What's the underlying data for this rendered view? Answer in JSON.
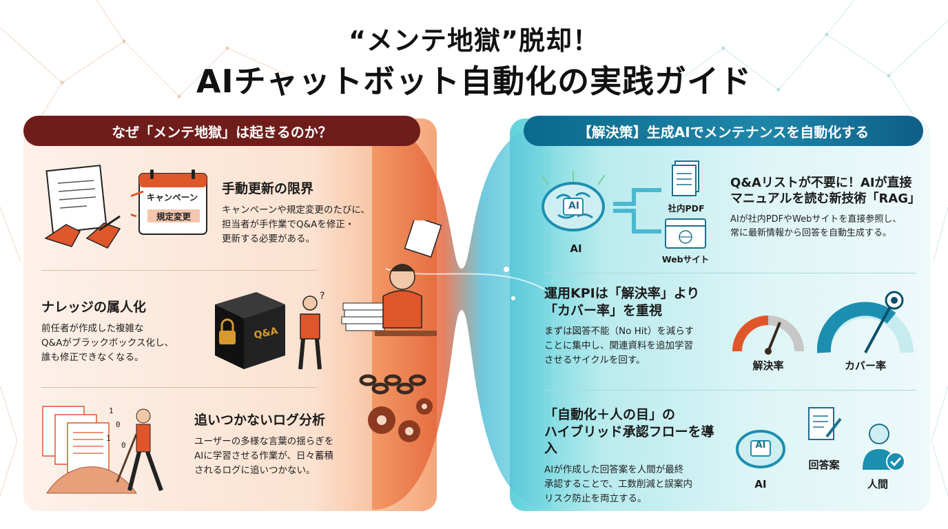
{
  "title": {
    "line1": "“メンテ地獄”脱却！",
    "line2": "AIチャットボット自動化の実践ガイド"
  },
  "left": {
    "header": "なぜ「メンテ地獄」は起きるのか？",
    "sections": [
      {
        "title": "手動更新の限界",
        "body": "キャンペーンや規定変更のたびに、\n担当者が手作業でQ&Aを修正・\n更新する必要がある。",
        "calendar_top": "キャンペーン",
        "calendar_bottom": "規定変更"
      },
      {
        "title": "ナレッジの属人化",
        "body": "前任者が作成した複雑な\nQ&Aがブラックボックス化し、\n誰も修正できなくなる。",
        "box_label": "Q&A"
      },
      {
        "title": "追いつかないログ分析",
        "body": "ユーザーの多様な言葉の揺らぎを\nAIに学習させる作業が、日々蓄積\nされるログに追いつかない。"
      }
    ]
  },
  "right": {
    "header": "【解決策】生成AIでメンテナンスを自動化する",
    "sections": [
      {
        "title": "Q&Aリストが不要に！AIが直接\nマニュアルを読む新技術「RAG」",
        "body": "AIが社内PDFやWebサイトを直接参照し、\n常に最新情報から回答を自動生成する。",
        "ai_label": "AI",
        "brain_label": "AI",
        "pdf_label": "社内PDF",
        "web_label": "Webサイト"
      },
      {
        "title": "運用KPIは「解決率」より\n「カバー率」を重視",
        "body": "まずは図答不能（No Hit）を減らす\nことに集中し、関連資料を追加学習\nさせるサイクルを回す。",
        "gauge1_label": "解決率",
        "gauge2_label": "カバー率"
      },
      {
        "title": "「自動化＋人の目」の\nハイブリッド承認フローを導入",
        "body": "AIが作成した回答案を人間が最終\n承認することで、工数削減と誤案内\nリスク防止を両立する。",
        "ai_label": "AI",
        "brain_label": "AI",
        "draft_label": "回答案",
        "human_label": "人間"
      }
    ]
  },
  "colors": {
    "left_header": "#6f1d1b",
    "right_header": "#0b6a8d",
    "accent_orange": "#e0562b",
    "accent_teal": "#1c8fb0"
  },
  "icons": [
    "document-icon",
    "calendar-icon",
    "black-box-icon",
    "lock-icon",
    "worker-icon",
    "data-pile-icon",
    "brain-icon",
    "pdf-icon",
    "web-icon",
    "gauge-icon",
    "target-icon",
    "draft-icon",
    "person-check-icon",
    "chain-icon",
    "gear-icon"
  ]
}
